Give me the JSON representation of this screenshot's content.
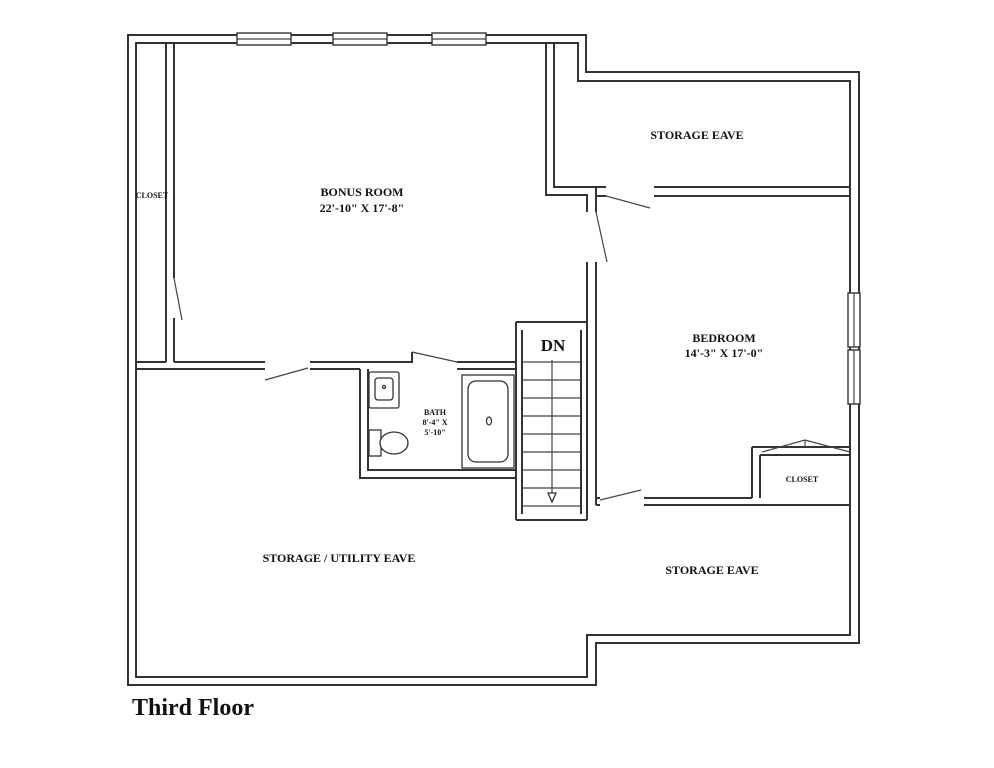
{
  "title": "Third Floor",
  "rooms": {
    "bonus_room": {
      "name": "BONUS ROOM",
      "size": "22'-10\" X 17'-8\""
    },
    "closet_left": {
      "name": "CLOSET"
    },
    "storage_eave_top": {
      "name": "STORAGE EAVE"
    },
    "bedroom": {
      "name": "BEDROOM",
      "size": "14'-3\" X 17'-0\""
    },
    "closet_bedroom": {
      "name": "CLOSET"
    },
    "bath": {
      "name": "BATH",
      "size_line1": "8'-4\" X",
      "size_line2": "5'-10\""
    },
    "storage_utility_eave": {
      "name": "STORAGE / UTILITY EAVE"
    },
    "storage_eave_bottom": {
      "name": "STORAGE EAVE"
    }
  },
  "stairs": {
    "label": "DN"
  }
}
